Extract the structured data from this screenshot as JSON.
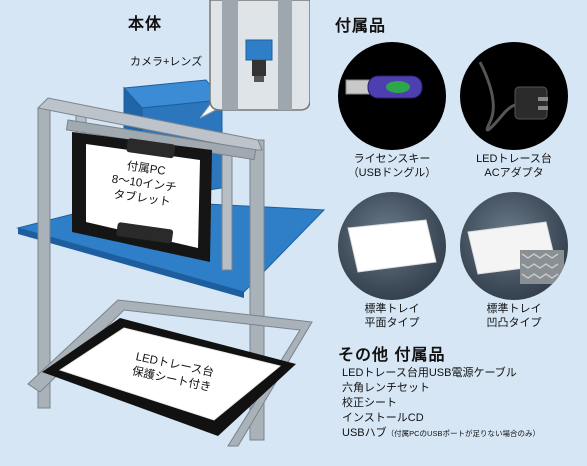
{
  "sections": {
    "main_title": "本体",
    "accessories_title": "付属品",
    "other_title": "その他 付属品"
  },
  "main": {
    "camera_label": "カメラ+レンズ",
    "tablet_label": [
      "付属PC",
      "8～10インチ",
      "タブレット"
    ],
    "tracing_label": [
      "LEDトレース台",
      "保護シート付き"
    ]
  },
  "accessories": [
    {
      "label": [
        "ライセンスキー",
        "（USBドングル）"
      ]
    },
    {
      "label": [
        "LEDトレース台",
        "ACアダプタ"
      ]
    },
    {
      "label": [
        "標準トレイ",
        "平面タイプ"
      ]
    },
    {
      "label": [
        "標準トレイ",
        "凹凸タイプ"
      ]
    }
  ],
  "other_items": [
    "LEDトレース台用USB電源ケーブル",
    "六角レンチセット",
    "校正シート",
    "インストールCD"
  ],
  "usb_hub": {
    "label": "USBハブ",
    "note": "（付属PCのUSBポートが足りない場合のみ）"
  },
  "colors": {
    "background": "#d6e6f5",
    "shelf_blue": "#2f7fc8",
    "frame_gray": "#a9b1b9"
  }
}
